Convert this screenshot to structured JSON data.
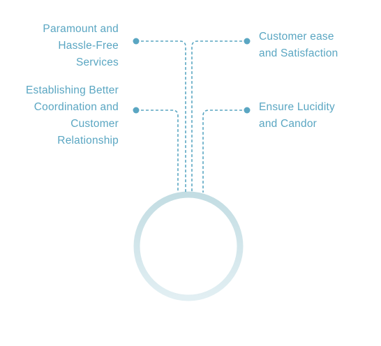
{
  "colors": {
    "text": "#5aa6c2",
    "line": "#5aa6c2",
    "dot": "#5aa6c2",
    "ring": "#cfe4ea"
  },
  "items": [
    {
      "id": "top-left",
      "lines": [
        "Paramount and",
        "Hassle-Free",
        "Services"
      ]
    },
    {
      "id": "top-right",
      "lines": [
        "Customer ease",
        "and Satisfaction"
      ]
    },
    {
      "id": "mid-left",
      "lines": [
        "Establishing Better",
        "Coordination and",
        "Customer",
        "Relationship"
      ]
    },
    {
      "id": "mid-right",
      "lines": [
        "Ensure Lucidity",
        "and Candor"
      ]
    }
  ]
}
